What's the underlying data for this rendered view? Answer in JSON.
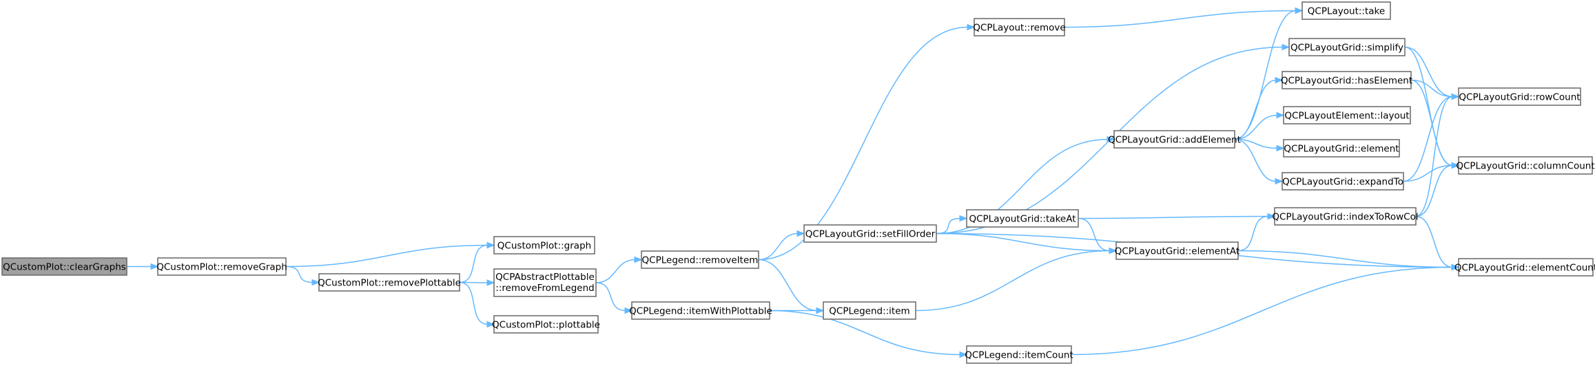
{
  "diagram": {
    "type": "call-graph",
    "colors": {
      "edge": "#63b8ff",
      "node_border": "#666666",
      "root_fill": "#a0a0a0",
      "node_fill": "#ffffff"
    },
    "nodes": [
      {
        "id": "n0",
        "label": "QCustomPlot::clearGraphs",
        "root": true
      },
      {
        "id": "n1",
        "label": "QCustomPlot::removeGraph"
      },
      {
        "id": "n2",
        "label": "QCustomPlot::graph"
      },
      {
        "id": "n3",
        "label": "QCustomPlot::removePlottable"
      },
      {
        "id": "n4",
        "label": "QCPAbstractPlottable",
        "label2": "::removeFromLegend"
      },
      {
        "id": "n5",
        "label": "QCustomPlot::plottable"
      },
      {
        "id": "n6",
        "label": "QCPLegend::removeItem"
      },
      {
        "id": "n7",
        "label": "QCPLegend::itemWithPlottable"
      },
      {
        "id": "n8",
        "label": "QCPLayoutGrid::setFillOrder"
      },
      {
        "id": "n9",
        "label": "QCPLegend::item"
      },
      {
        "id": "n10",
        "label": "QCPLegend::itemCount"
      },
      {
        "id": "n11",
        "label": "QCPLayout::remove"
      },
      {
        "id": "n12",
        "label": "QCPLayoutGrid::addElement"
      },
      {
        "id": "n13",
        "label": "QCPLayoutGrid::takeAt"
      },
      {
        "id": "n14",
        "label": "QCPLayoutGrid::elementAt"
      },
      {
        "id": "n15",
        "label": "QCPLayout::take"
      },
      {
        "id": "n16",
        "label": "QCPLayoutGrid::simplify"
      },
      {
        "id": "n17",
        "label": "QCPLayoutGrid::hasElement"
      },
      {
        "id": "n18",
        "label": "QCPLayoutElement::layout"
      },
      {
        "id": "n19",
        "label": "QCPLayoutGrid::element"
      },
      {
        "id": "n20",
        "label": "QCPLayoutGrid::expandTo"
      },
      {
        "id": "n21",
        "label": "QCPLayoutGrid::indexToRowCol"
      },
      {
        "id": "n22",
        "label": "QCPLayoutGrid::rowCount"
      },
      {
        "id": "n23",
        "label": "QCPLayoutGrid::columnCount"
      },
      {
        "id": "n24",
        "label": "QCPLayoutGrid::elementCount"
      }
    ],
    "edges": [
      [
        "n0",
        "n1"
      ],
      [
        "n1",
        "n2"
      ],
      [
        "n1",
        "n3"
      ],
      [
        "n3",
        "n2"
      ],
      [
        "n3",
        "n4"
      ],
      [
        "n3",
        "n5"
      ],
      [
        "n4",
        "n6"
      ],
      [
        "n4",
        "n7"
      ],
      [
        "n6",
        "n11"
      ],
      [
        "n6",
        "n8"
      ],
      [
        "n6",
        "n9"
      ],
      [
        "n7",
        "n9"
      ],
      [
        "n7",
        "n10"
      ],
      [
        "n8",
        "n16"
      ],
      [
        "n8",
        "n12"
      ],
      [
        "n8",
        "n13"
      ],
      [
        "n8",
        "n14"
      ],
      [
        "n8",
        "n24"
      ],
      [
        "n9",
        "n14"
      ],
      [
        "n10",
        "n24"
      ],
      [
        "n11",
        "n15"
      ],
      [
        "n12",
        "n15"
      ],
      [
        "n12",
        "n17"
      ],
      [
        "n12",
        "n18"
      ],
      [
        "n12",
        "n19"
      ],
      [
        "n12",
        "n20"
      ],
      [
        "n13",
        "n21"
      ],
      [
        "n13",
        "n14"
      ],
      [
        "n14",
        "n21"
      ],
      [
        "n14",
        "n24"
      ],
      [
        "n16",
        "n22"
      ],
      [
        "n16",
        "n23"
      ],
      [
        "n17",
        "n22"
      ],
      [
        "n17",
        "n23"
      ],
      [
        "n20",
        "n22"
      ],
      [
        "n20",
        "n23"
      ],
      [
        "n21",
        "n22"
      ],
      [
        "n21",
        "n23"
      ],
      [
        "n21",
        "n24"
      ]
    ]
  }
}
